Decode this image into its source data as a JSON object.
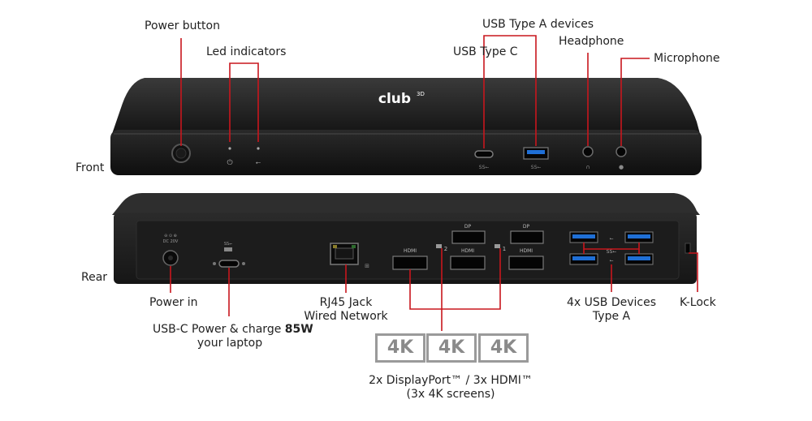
{
  "labels": {
    "power_button": "Power button",
    "led_indicators": "Led indicators",
    "usb_type_a_devices": "USB Type A devices",
    "usb_type_c": "USB Type C",
    "headphone": "Headphone",
    "microphone": "Microphone",
    "front": "Front",
    "rear": "Rear",
    "power_in": "Power in",
    "usbc_power_prefix": "USB-C Power & charge ",
    "usbc_power_watts": "85W",
    "usbc_power_line2": "your laptop",
    "rj45_line1": "RJ45 Jack",
    "rj45_line2": "Wired Network",
    "usb_devices_line1": "4x USB Devices",
    "usb_devices_line2": "Type A",
    "klock": "K-Lock",
    "display_caption_line1": "2x DisplayPort™ / 3x HDMI™",
    "display_caption_line2": "(3x 4K screens)"
  },
  "resolution_boxes": [
    "4K",
    "4K",
    "4K"
  ],
  "device": {
    "logo": "club3D",
    "port_labels": {
      "dp": "DP",
      "hdmi": "HDMI",
      "monitor_2": "2",
      "monitor_1": "1",
      "ss": "SS",
      "dc": "DC 20V"
    }
  },
  "colors": {
    "callout_line": "#c8161d",
    "device_body": "#1b1b1b",
    "usb3_blue": "#1f6fd6",
    "box_border": "#9a9a9a"
  }
}
